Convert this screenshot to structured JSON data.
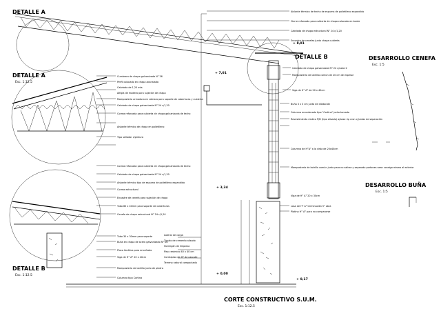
{
  "titles": {
    "detalle_a_top": "DETALLE A",
    "detalle_a_mid": "DETALLE A",
    "detalle_a_mid_scale": "Esc. 1:12.5",
    "detalle_b_right": "DETALLE B",
    "detalle_b_bottom": "DETALLE B",
    "detalle_b_bottom_scale": "Esc. 1:12.5",
    "desarrollo_cenefa": "DESARROLLO CENEFA",
    "desarrollo_cenefa_scale": "Esc. 1:5",
    "desarrollo_buna": "DESARROLLO BUÑA",
    "desarrollo_buna_scale": "Esc. 1:5",
    "corte": "CORTE CONSTRUCTIVO S.U.M.",
    "corte_scale": "Esc. 1:12.5"
  },
  "levels": {
    "l1": "+ 8,01",
    "l2": "+ 7,01",
    "l3": "+ 3,34",
    "l4": "+ 0,00",
    "l5": "+ 0,17"
  },
  "notes_top": [
    "Aislante térmico de techo de espuma de polietileno expandido",
    "Cierre reforzado para cubierta de chapa colocado en borde",
    "Cabriada de chapa estructural N° 24 c/1,20",
    "Encastre de cenefas junto chapa cubierta"
  ],
  "notes_mid": [
    "Cabriada de chapa galvanizada N° 24 c/cada 2",
    "Mampostería de ladrillo común de 20 cm de espesor",
    "Viga de H° A° de 20 x 40cm"
  ],
  "notes_col": [
    "Buña 3 x 3 cm junta de dilatación",
    "Columna encadenado tipo \"Cortina\" junta tomada",
    "Revestimiento rústico P/D (tipo alisado) a/base rip cron c/juntas de separación",
    "Columna de H°A° a la vista de 20x40cm",
    "Mampostería de ladrillo común junto para no salirse y separado portones sean consigo mismo al exterior",
    "Viga de H° A° 20 x 30cm",
    "Losa de H° A° terminación 5° obra",
    "Platina H° A° para no compararse"
  ],
  "notes_bottom_left": [
    "Lateral de carga",
    "Zocalo de cemento alisado",
    "Hormigón de limpieza",
    "Piso cerámico 40 x 40 cm",
    "Contrapiso de H° de cascote",
    "Terreno natural compactado"
  ],
  "notes_detail_a": [
    "Cumbrera de chapa galvanizada N° 26",
    "Perfil colocado en chapa acanalada",
    "Cabriada de 1,20 mts",
    "Alfajía de madera para sujeción de chapa",
    "Mamposteria armadura en cámara para soporte de coberturas y cubierta",
    "Cabriada de chapa galvanizada N° 24 c/1,20",
    "Correa reforzada para cubierta de chapa galvanizada de techo",
    "Aislante térmico de chapa en polietileno",
    "Tipo sellador c/pintura"
  ],
  "notes_detail_b": [
    "Correa reforzada para cubierta de chapa galvanizada de techo",
    "Cabriada de chapa galvanizada N° 24 c/1,20",
    "Aislante térmico tipo de espuma de polietileno expandido",
    "Correa estructural",
    "Encastre de cenefa para sujeción de chapa",
    "Tubo 80 x 40mm para soporte de coberturas",
    "Cenefa de chapa estructural N° 24 c/1,20",
    "Tubo 30 x 30mm para soporte",
    "Buña en chapa de acero galvanizado N° 26",
    "Placa fenólica para encofrado",
    "Viga de H° A° 20 x 40cm",
    "Mampostería de ladrillo junto de piedra",
    "Columna tipo Cortina"
  ]
}
